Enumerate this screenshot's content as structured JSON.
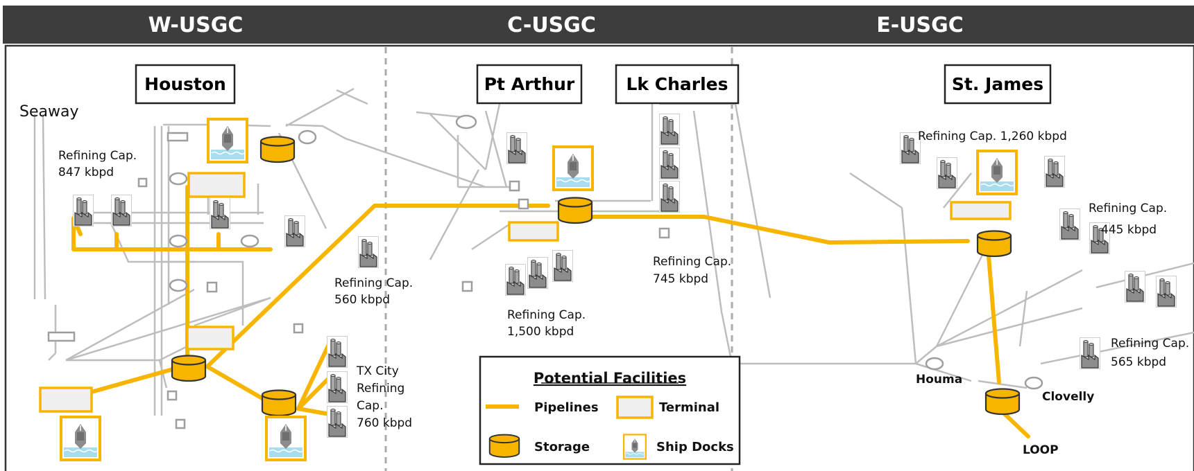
{
  "regions": [
    {
      "name": "W-USGC"
    },
    {
      "name": "C-USGC"
    },
    {
      "name": "E-USGC"
    }
  ],
  "hubs": {
    "houston": "Houston",
    "pt_arthur": "Pt Arthur",
    "lk_charles": "Lk Charles",
    "st_james": "St. James"
  },
  "labels": {
    "seaway": "Seaway",
    "houma": "Houma",
    "clovelly": "Clovelly",
    "loop": "LOOP"
  },
  "capacity": {
    "houston": [
      "Refining Cap.",
      "847 kbpd"
    ],
    "mid_w": [
      "Refining Cap.",
      "560 kbpd"
    ],
    "tx_city": [
      "TX City",
      "Refining",
      "Cap.",
      "760 kbpd"
    ],
    "pt_arthur": [
      "Refining Cap.",
      "1,500 kbpd"
    ],
    "lk_charles": [
      "Refining Cap.",
      "745 kbpd"
    ],
    "st_james": [
      "Refining Cap. 1,260 kbpd"
    ],
    "e_445": [
      "Refining Cap.",
      "445 kbpd"
    ],
    "e_565": [
      "Refining Cap.",
      "565 kbpd"
    ]
  },
  "legend": {
    "title": "Potential Facilities",
    "pipelines": "Pipelines",
    "terminal": "Terminal",
    "storage": "Storage",
    "ship_docks": "Ship Docks"
  },
  "colors": {
    "header_bg": "#3d3d3d",
    "pipeline": "#f7b500",
    "storage": "#f7b500",
    "existing_lines": "#bdbdbd",
    "terminal_fill": "#efefef",
    "ship_water": "#a8dcef"
  }
}
